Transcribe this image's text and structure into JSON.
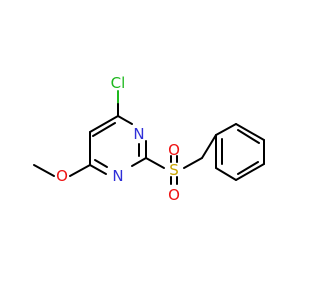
{
  "molecule": {
    "atoms": {
      "cl": "Cl",
      "n_top": "N",
      "n_bottom": "N",
      "o_methoxy": "O",
      "s": "S",
      "o_sulfonyl_top": "O",
      "o_sulfonyl_bottom": "O"
    },
    "colors": {
      "bond": "#000000",
      "chlorine": "#1fb81f",
      "nitrogen": "#2f2fd8",
      "oxygen": "#ee1111",
      "sulfur": "#c8a400"
    }
  }
}
